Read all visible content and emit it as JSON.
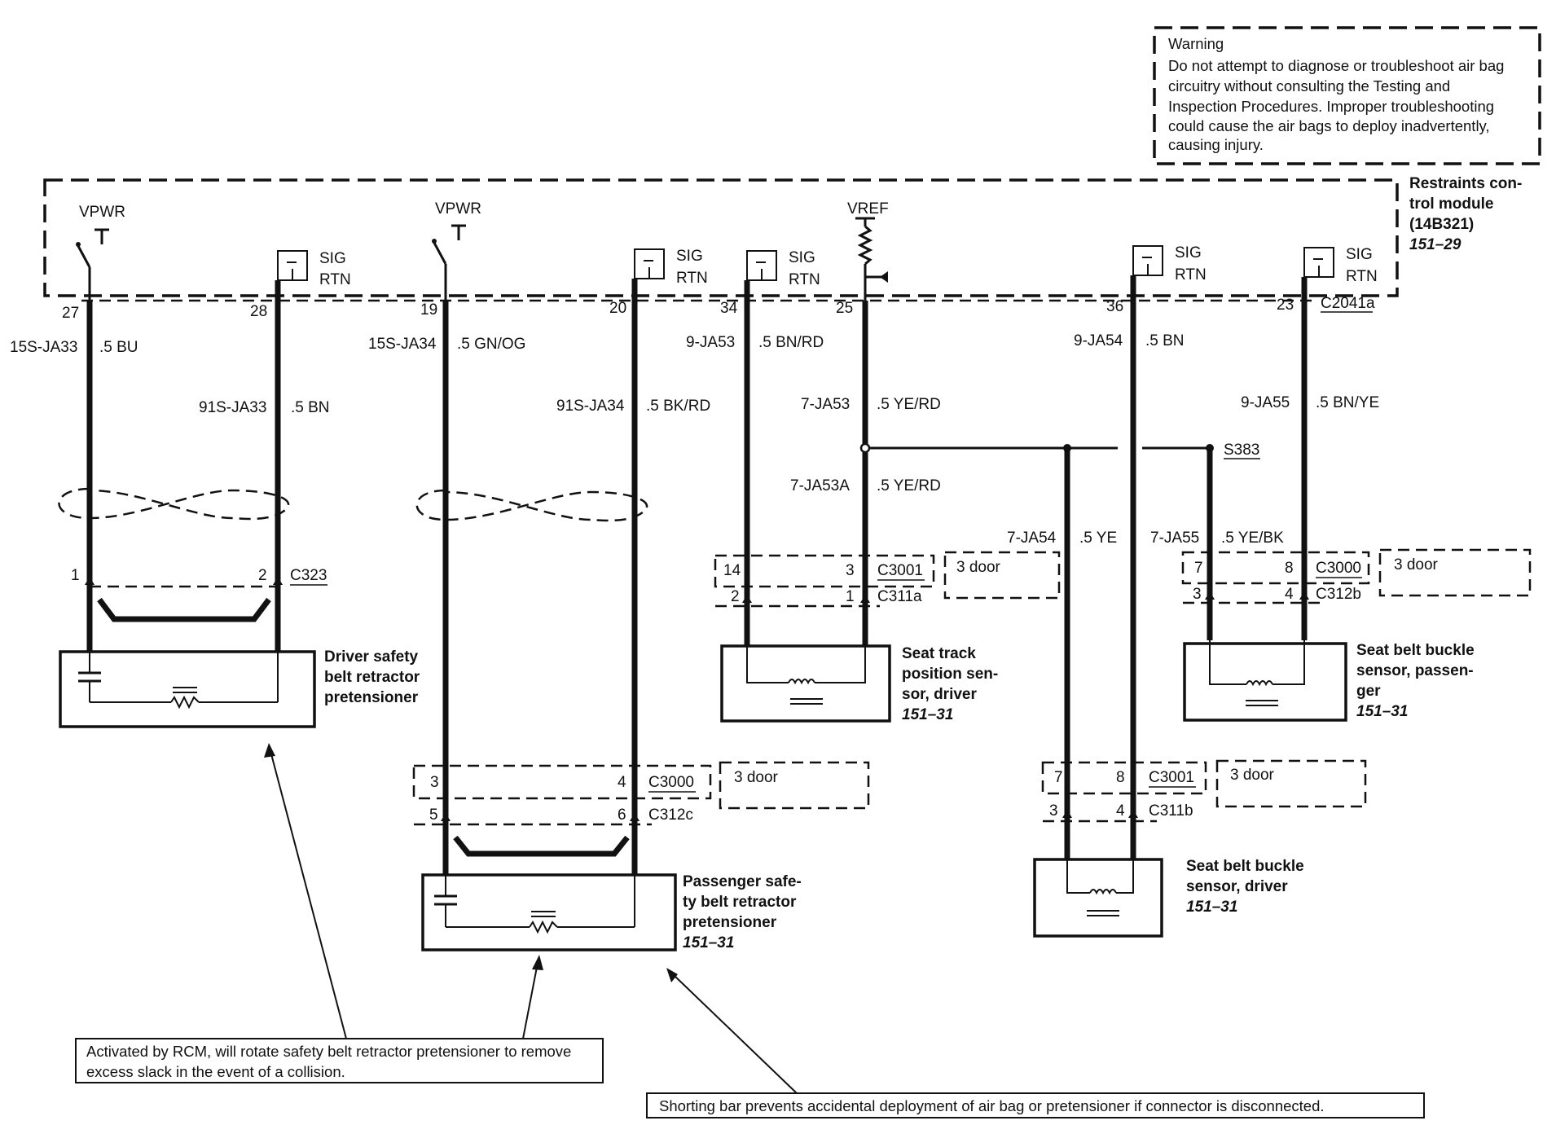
{
  "warning": {
    "title": "Warning",
    "lines": [
      "Do not attempt to diagnose or troubleshoot air bag",
      "circuitry without consulting the Testing and",
      "Inspection Procedures. Improper troubleshooting",
      "could cause the air bags to deploy inadvertently,",
      "causing injury."
    ]
  },
  "module": {
    "name_lines": [
      "Restraints con-",
      "trol module",
      "(14B321)"
    ],
    "ref": "151–29",
    "connector": "C2041a",
    "vpwr_1": "VPWR",
    "vpwr_2": "VPWR",
    "vref": "VREF",
    "sig": "SIG",
    "rtn": "RTN"
  },
  "pins": {
    "p27": "27",
    "p28": "28",
    "p19": "19",
    "p20": "20",
    "p34": "34",
    "p25": "25",
    "p36": "36",
    "p23": "23"
  },
  "wires": {
    "w1_id": "15S-JA33",
    "w1_spec": ".5 BU",
    "w2_id": "91S-JA33",
    "w2_spec": ".5 BN",
    "w3_id": "15S-JA34",
    "w3_spec": ".5 GN/OG",
    "w4_id": "91S-JA34",
    "w4_spec": ".5 BK/RD",
    "w5_id": "9-JA53",
    "w5_spec": ".5 BN/RD",
    "w6_id": "7-JA53",
    "w6_spec": ".5 YE/RD",
    "w7_id": "7-JA53A",
    "w7_spec": ".5 YE/RD",
    "w8_id": "9-JA54",
    "w8_spec": ".5 BN",
    "w9_id": "9-JA55",
    "w9_spec": ".5 BN/YE",
    "w10_id": "7-JA54",
    "w10_spec": ".5 YE",
    "w11_id": "7-JA55",
    "w11_spec": ".5 YE/BK"
  },
  "splice": "S383",
  "connectors": {
    "c323": "C323",
    "c323_p1": "1",
    "c323_p2": "2",
    "c3000_mid": "C3000",
    "c3000_mid_p3": "3",
    "c3000_mid_p4": "4",
    "c312c": "C312c",
    "c312c_p5": "5",
    "c312c_p6": "6",
    "c3001_top": "C3001",
    "c3001_top_p14": "14",
    "c3001_top_p3": "3",
    "c311a": "C311a",
    "c311a_p2": "2",
    "c311a_p1": "1",
    "c3000_top": "C3000",
    "c3000_top_p7": "7",
    "c3000_top_p8": "8",
    "c312b": "C312b",
    "c312b_p3": "3",
    "c312b_p4": "4",
    "c3001_low": "C3001",
    "c3001_low_p7": "7",
    "c3001_low_p8": "8",
    "c311b": "C311b",
    "c311b_p3": "3",
    "c311b_p4": "4",
    "three_door": "3 door"
  },
  "components": {
    "driver_pretensioner": [
      "Driver safety",
      "belt retractor",
      "pretensioner"
    ],
    "passenger_pretensioner": [
      "Passenger safe-",
      "ty belt retractor",
      "pretensioner"
    ],
    "passenger_pretensioner_ref": "151–31",
    "seat_track": [
      "Seat track",
      "position sen-",
      "sor, driver"
    ],
    "seat_track_ref": "151–31",
    "buckle_passenger": [
      "Seat belt buckle",
      "sensor, passen-",
      "ger"
    ],
    "buckle_passenger_ref": "151–31",
    "buckle_driver": [
      "Seat belt buckle",
      "sensor, driver"
    ],
    "buckle_driver_ref": "151–31"
  },
  "notes": {
    "rcm_lines": [
      "Activated by RCM, will rotate safety belt retractor pretensioner to remove",
      "excess slack in the event of a collision."
    ],
    "shorting": "Shorting bar prevents accidental deployment of air bag or pretensioner if connector is disconnected."
  }
}
